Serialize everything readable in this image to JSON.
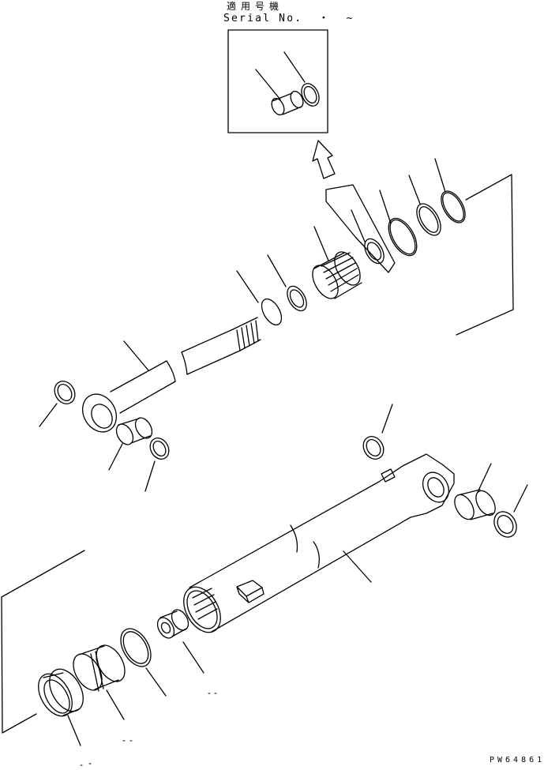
{
  "header": {
    "applicable_label_jp": "適用号機",
    "serial_label": "Serial No.  ・  ~"
  },
  "drawing_code": "PW64861",
  "colors": {
    "ink": "#000000",
    "paper": "#ffffff"
  },
  "parts": [
    "inset-bushing",
    "inset-ring",
    "arrow-up",
    "o-ring-large",
    "backup-ring",
    "o-ring-outer",
    "head-gland",
    "wear-ring",
    "snap-ring",
    "piston-rod",
    "rod-end-dust-seal",
    "rod-bushing",
    "rod-dust-seal",
    "cylinder-tube",
    "tube-dust-seal",
    "tube-bushing",
    "tube-dust-seal-2",
    "nut",
    "piston-ring",
    "piston",
    "cap-ring"
  ]
}
